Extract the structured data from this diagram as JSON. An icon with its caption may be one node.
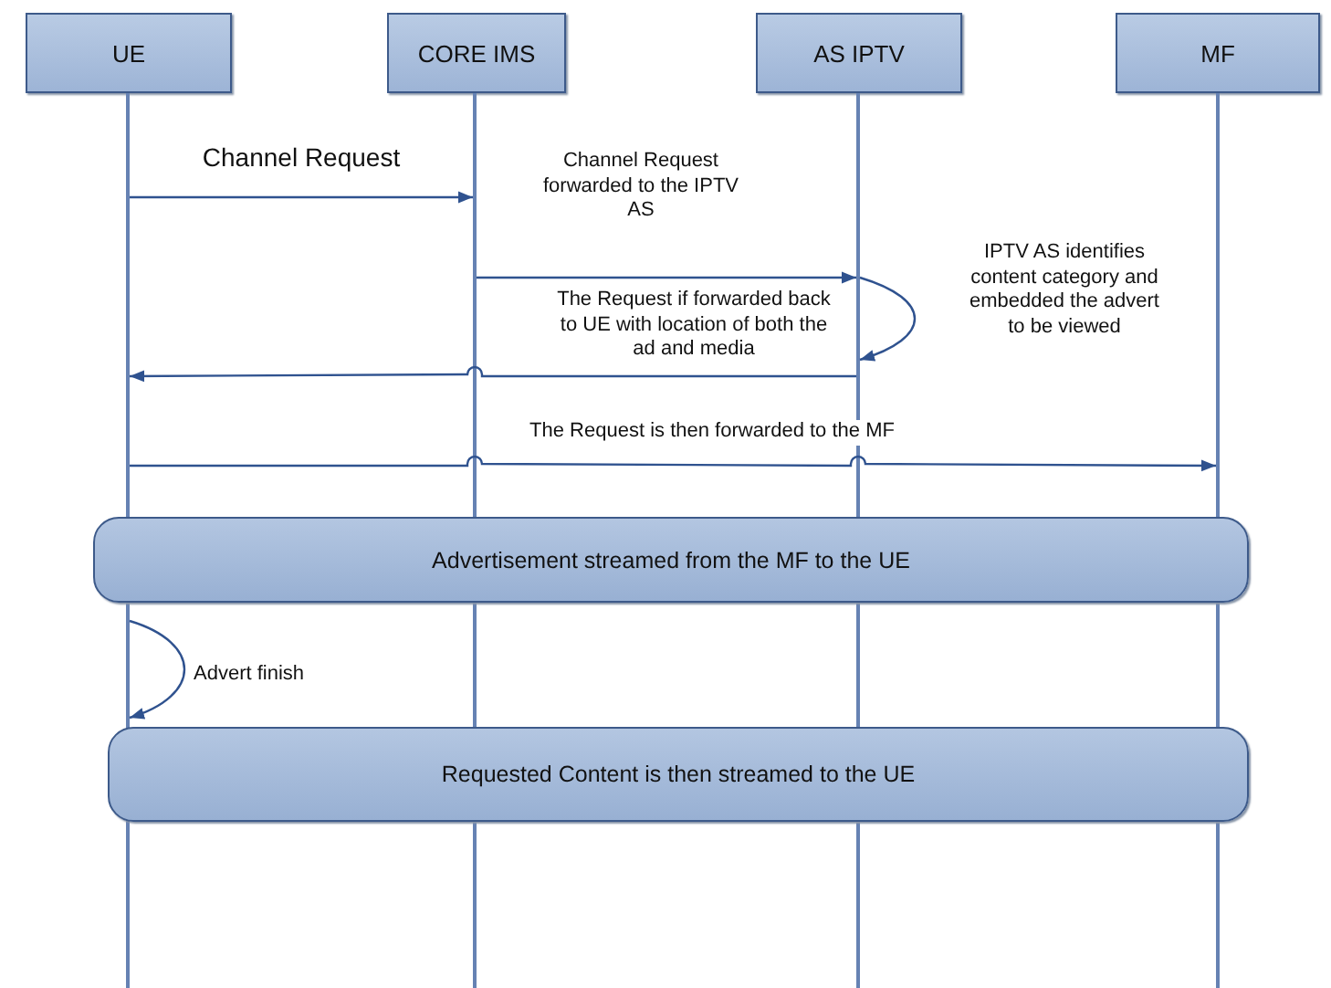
{
  "diagram": {
    "nodes": [
      {
        "text": [
          "UE"
        ]
      },
      {
        "text": [
          "CORE IMS"
        ]
      },
      {
        "text": [
          "AS IPTV"
        ]
      },
      {
        "text": [
          "MF"
        ]
      },
      {
        "text": [],
        "shape": "line"
      },
      {
        "text": [],
        "shape": "line"
      },
      {
        "text": [],
        "shape": "line"
      },
      {
        "text": [],
        "shape": "line"
      },
      {
        "text": [
          "Advertisement streamed from the MF to the UE"
        ]
      },
      {
        "text": [
          "Requested Content is then streamed to the UE"
        ]
      }
    ],
    "edges": [
      {
        "from": 4,
        "to": 5,
        "arrow": "to",
        "label": "Channel Request"
      },
      {
        "from": 5,
        "to": 6,
        "arrow": "to",
        "label": "Channel Request forwarded to the IPTV AS"
      },
      {
        "from": 6,
        "to": 6,
        "arrow": "to",
        "label": "IPTV AS identifies content category and embedded the advert to be viewed"
      },
      {
        "from": 6,
        "to": 4,
        "arrow": "to",
        "label": "The Request if forwarded back to UE with location of both the ad and media"
      },
      {
        "from": 4,
        "to": 7,
        "arrow": "to",
        "label": "The Request is then forwarded to the MF"
      },
      {
        "from": 4,
        "to": 4,
        "arrow": "to",
        "label": "Advert finish"
      }
    ]
  }
}
